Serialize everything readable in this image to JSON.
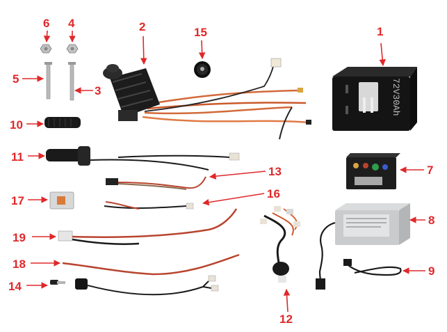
{
  "labels": {
    "n1": "1",
    "n2": "2",
    "n3": "3",
    "n4": "4",
    "n5": "5",
    "n6": "6",
    "n7": "7",
    "n8": "8",
    "n9": "9",
    "n10": "10",
    "n11": "11",
    "n12": "12",
    "n13": "13",
    "n14": "14",
    "n15": "15",
    "n16": "16",
    "n17": "17",
    "n18": "18",
    "n19": "19"
  },
  "battery_text": "72V30Ah",
  "colors": {
    "label_red": "#e0282a",
    "wire_red": "#b8442e",
    "wire_orange": "#d26a3a",
    "black": "#1a1a1a",
    "casing_grey": "#c9cbcc"
  }
}
